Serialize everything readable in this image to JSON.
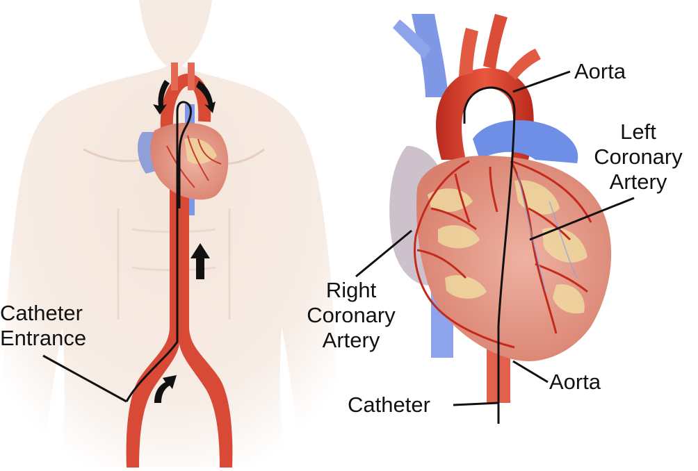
{
  "labels": {
    "catheter_entrance": [
      "Catheter",
      "Entrance"
    ],
    "aorta_top": "Aorta",
    "left_coronary_artery": [
      "Left",
      "Coronary",
      "Artery"
    ],
    "right_coronary_artery": [
      "Right",
      "Coronary",
      "Artery"
    ],
    "aorta_bottom": "Aorta",
    "catheter": "Catheter"
  },
  "colors": {
    "artery": "#d93b2b",
    "vein": "#7f98e6",
    "heart_muscle": "#e79a8a",
    "heart_fat": "#efd9a0",
    "skin": "#f3e2d6",
    "catheter": "#111111"
  }
}
